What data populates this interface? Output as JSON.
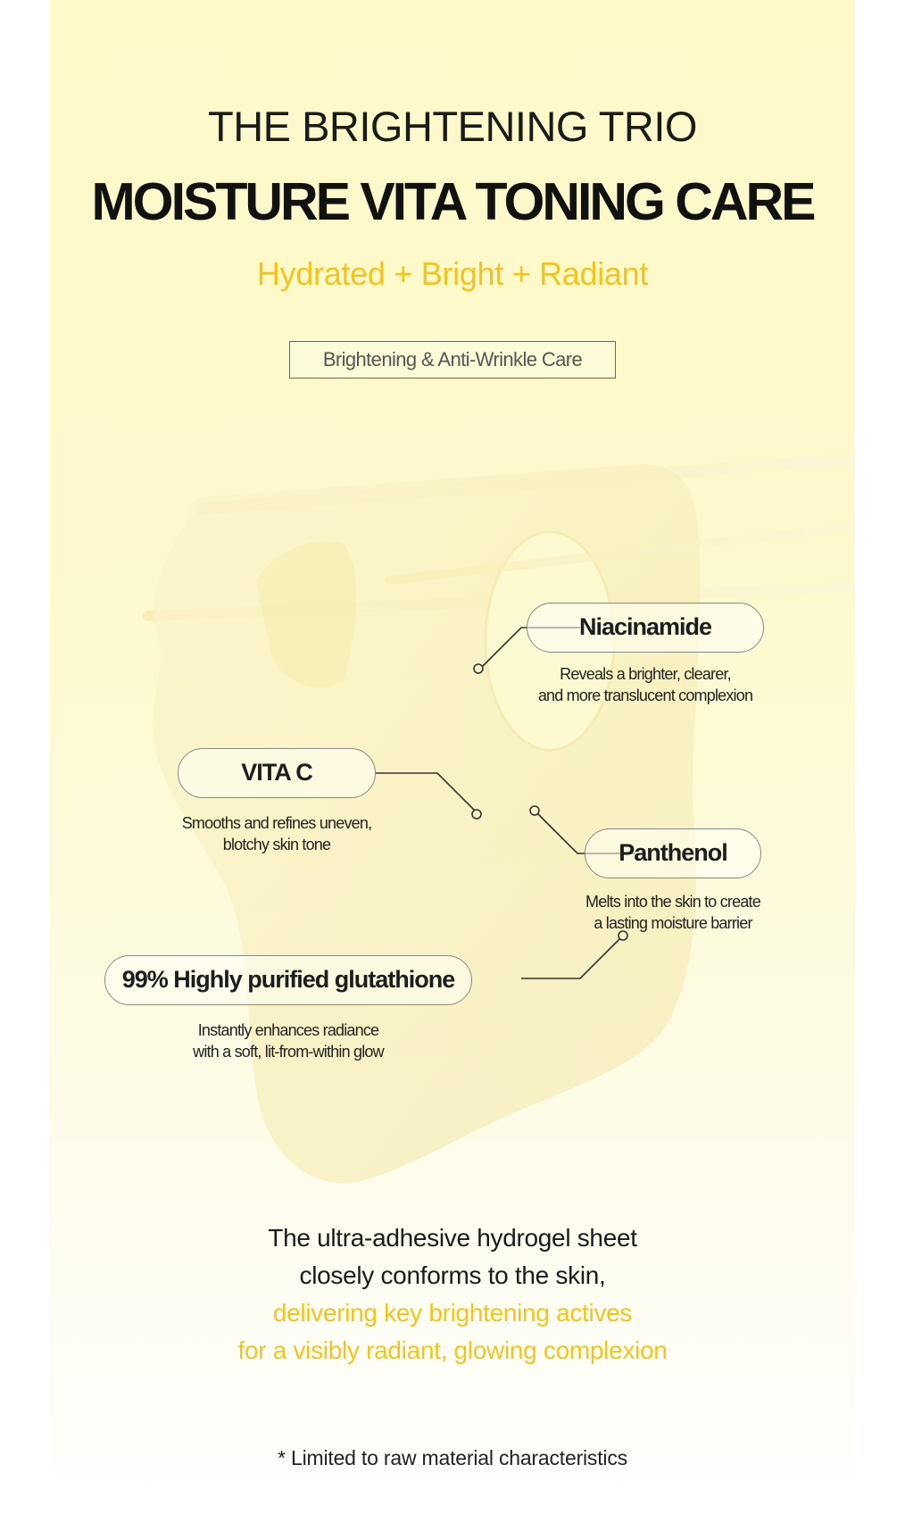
{
  "header": {
    "eyebrow": "THE BRIGHTENING TRIO",
    "title": "MOISTURE VITA TONING CARE",
    "subtitle": "Hydrated + Bright + Radiant",
    "tag": "Brightening & Anti-Wrinkle Care"
  },
  "ingredients": {
    "niacinamide": {
      "name": "Niacinamide",
      "desc_line1": "Reveals a brighter, clearer,",
      "desc_line2": "and more translucent complexion"
    },
    "vitac": {
      "name": "VITA C",
      "desc_line1": "Smooths and refines uneven,",
      "desc_line2": "blotchy skin tone"
    },
    "panthenol": {
      "name": "Panthenol",
      "desc_line1": "Melts into the skin to create",
      "desc_line2": "a lasting moisture barrier"
    },
    "glutathione": {
      "name": "99% Highly purified glutathione",
      "desc_line1": "Instantly enhances radiance",
      "desc_line2": "with a soft, lit-from-within glow"
    }
  },
  "body": {
    "line1": "The ultra-adhesive hydrogel sheet",
    "line2": "closely conforms to the skin,",
    "line3": "delivering key brightening actives",
    "line4": "for a visibly radiant, glowing complexion"
  },
  "footnote": "* Limited to raw material characteristics",
  "colors": {
    "accent": "#f4c31c",
    "background": "#fdf9c9",
    "text": "#1a1a1a"
  }
}
